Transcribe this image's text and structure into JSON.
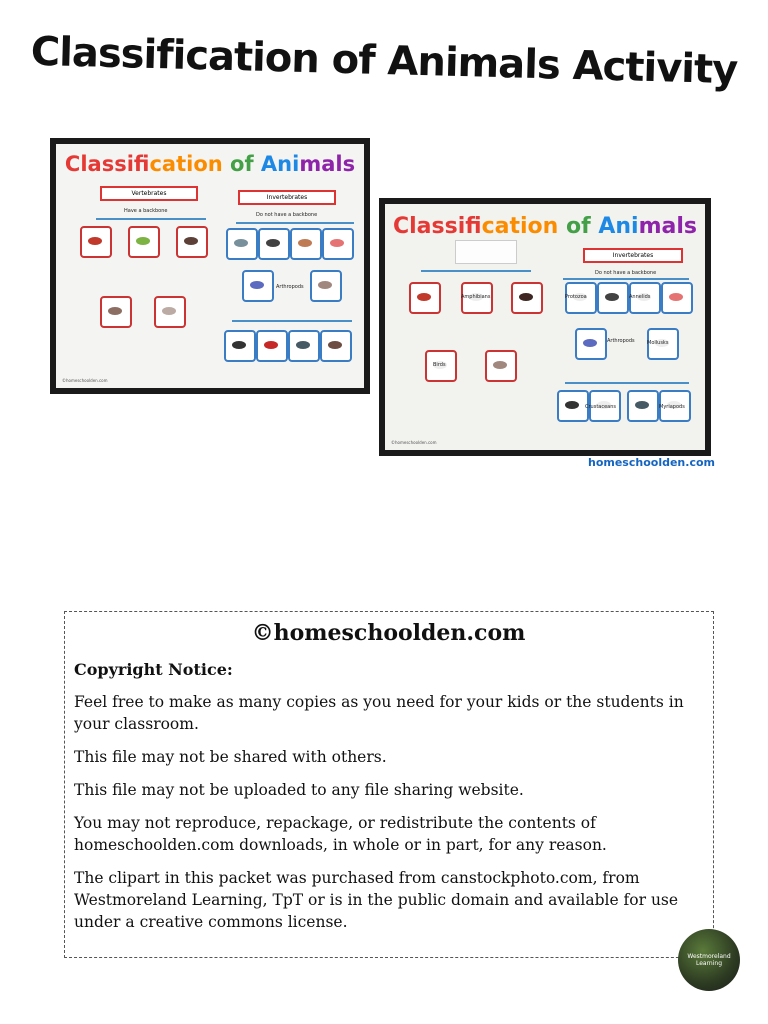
{
  "page_title": "Classification of Animals Activity",
  "photo1": {
    "heading": "Classification of Animals",
    "vertebrates": "Vertebrates",
    "invertebrates": "Invertebrates",
    "have_backbone": "Have a backbone",
    "no_backbone": "Do not have a backbone",
    "arthropods": "Arthropods",
    "footer": "©homeschoolden.com"
  },
  "photo2": {
    "heading": "Classification of Animals",
    "invertebrates": "Invertebrates",
    "no_backbone": "Do not have a backbone",
    "amphibians": "Amphibians",
    "protozoa": "Protozoa",
    "annelids": "Annelids",
    "arthropods": "Arthropods",
    "mollusks": "Mollusks",
    "birds": "Birds",
    "crustaceans": "Crustaceans",
    "myriapods": "Myriapods",
    "footer": "©homeschoolden.com"
  },
  "caption_url": "homeschoolden.com",
  "notice": {
    "heading": "©homeschoolden.com",
    "subheading": "Copyright Notice:",
    "paragraphs": [
      "Feel free to make as many copies as you need for your kids or the students in your classroom.",
      "This file may not be shared with others.",
      "This file may not be uploaded to any file sharing website.",
      "You may not reproduce, repackage, or redistribute the contents of homeschoolden.com downloads, in whole or in part, for any reason.",
      "The clipart in this packet was purchased from canstockphoto.com, from Westmoreland Learning, TpT or is in the public domain and available for use under a creative commons license."
    ]
  },
  "badge": {
    "line1": "Westmoreland",
    "line2": "Learning"
  }
}
